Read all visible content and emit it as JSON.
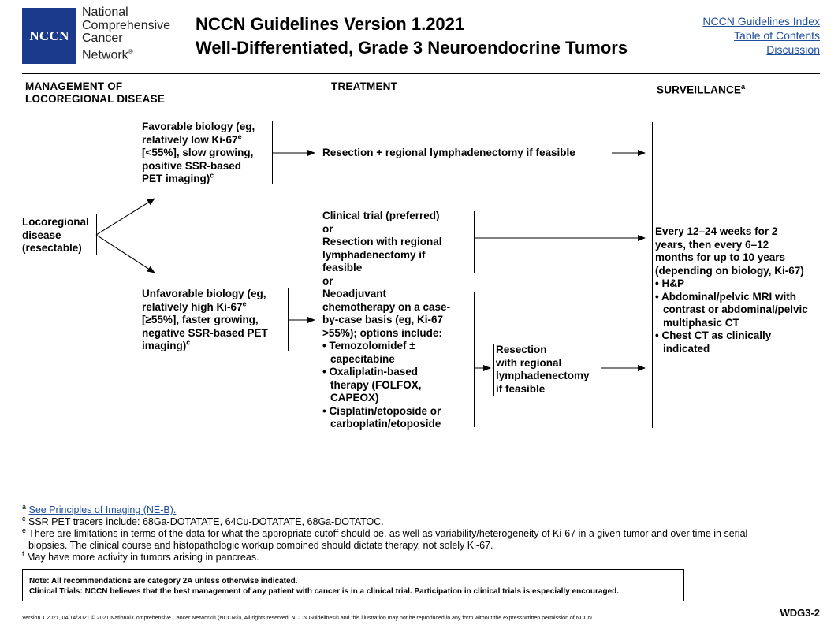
{
  "header": {
    "logo_text": "NCCN",
    "org_line1": "National",
    "org_line2": "Comprehensive",
    "org_line3": "Cancer",
    "org_line4": "Network",
    "org_reg": "®",
    "title_line1": "NCCN Guidelines Version 1.2021",
    "title_line2": "Well-Differentiated, Grade 3 Neuroendocrine Tumors",
    "links": [
      "NCCN Guidelines Index",
      "Table of Contents",
      "Discussion"
    ]
  },
  "columns": {
    "management_line1": "MANAGEMENT OF",
    "management_line2": "LOCOREGIONAL DISEASE",
    "treatment": "TREATMENT",
    "surveillance": "SURVEILLANCE",
    "surveillance_sup": "a"
  },
  "flow": {
    "start_line1": "Locoregional",
    "start_line2": "disease",
    "start_line3": "(resectable)",
    "favorable": {
      "l1": "Favorable biology (eg,",
      "l2": "relatively low Ki-67",
      "l2_sup": "e",
      "l3": "[<55%], slow growing,",
      "l4": "positive SSR-based",
      "l5": "PET imaging)",
      "l5_sup": "c"
    },
    "favorable_treatment": "Resection + regional lymphadenectomy if feasible",
    "unfavorable": {
      "l1": "Unfavorable biology (eg,",
      "l2": "relatively high Ki-67",
      "l2_sup": "e",
      "l3": "[≥55%], faster growing,",
      "l4": "negative SSR-based PET",
      "l5": "imaging)",
      "l5_sup": "c"
    },
    "unfav_treatment": [
      "Clinical trial (preferred)",
      "or",
      "Resection with regional",
      "lymphadenectomy if",
      "feasible",
      "or",
      "Neoadjuvant",
      "chemotherapy on a case-",
      "by-case basis (eg, Ki-67",
      ">55%); options include:"
    ],
    "chemo_options": [
      "• Temozolomidef ±",
      "capecitabine",
      "• Oxaliplatin-based",
      "therapy (FOLFOX,",
      "CAPEOX)",
      "• Cisplatin/etoposide or",
      "carboplatin/etoposide"
    ],
    "post_neoadjuvant": [
      "Resection",
      "with regional",
      "lymphadenectomy",
      "if feasible"
    ],
    "surveillance_text": [
      "Every 12–24 weeks for 2",
      "years, then every 6–12",
      "months for up to 10 years",
      "(depending on biology, Ki-67)"
    ],
    "surveillance_bullets": [
      "• H&P",
      "• Abdominal/pelvic MRI with",
      "contrast or abdominal/pelvic",
      "multiphasic CT",
      "• Chest CT as clinically",
      "indicated"
    ]
  },
  "footnotes": {
    "a_marker": "a",
    "a_link": "See Principles of Imaging (NE-B).",
    "c_marker": "c",
    "c_text": "SSR PET tracers include: 68Ga-DOTATATE, 64Cu-DOTATATE, 68Ga-DOTATOC.",
    "e_marker": "e",
    "e_text_line1": "There are limitations in terms of the data for what the appropriate cutoff should be, as well as variability/heterogeneity of Ki-67 in a given tumor and over time in serial",
    "e_text_line2": "biopsies. The clinical course and histopathologic workup combined should dictate therapy, not solely Ki-67.",
    "f_marker": "f",
    "f_text": "May have more activity in tumors arising in pancreas."
  },
  "note": {
    "line1": "Note: All recommendations are category 2A unless otherwise indicated.",
    "line2": "Clinical Trials: NCCN believes that the best management of any patient with cancer is in a clinical trial. Participation in clinical trials is especially encouraged."
  },
  "footer": {
    "version": "Version 1.2021, 04/14/2021 © 2021 National Comprehensive Cancer Network® (NCCN®), All rights reserved. NCCN Guidelines® and this illustration may not be reproduced in any form without the express written permission of NCCN.",
    "page_id": "WDG3-2"
  }
}
